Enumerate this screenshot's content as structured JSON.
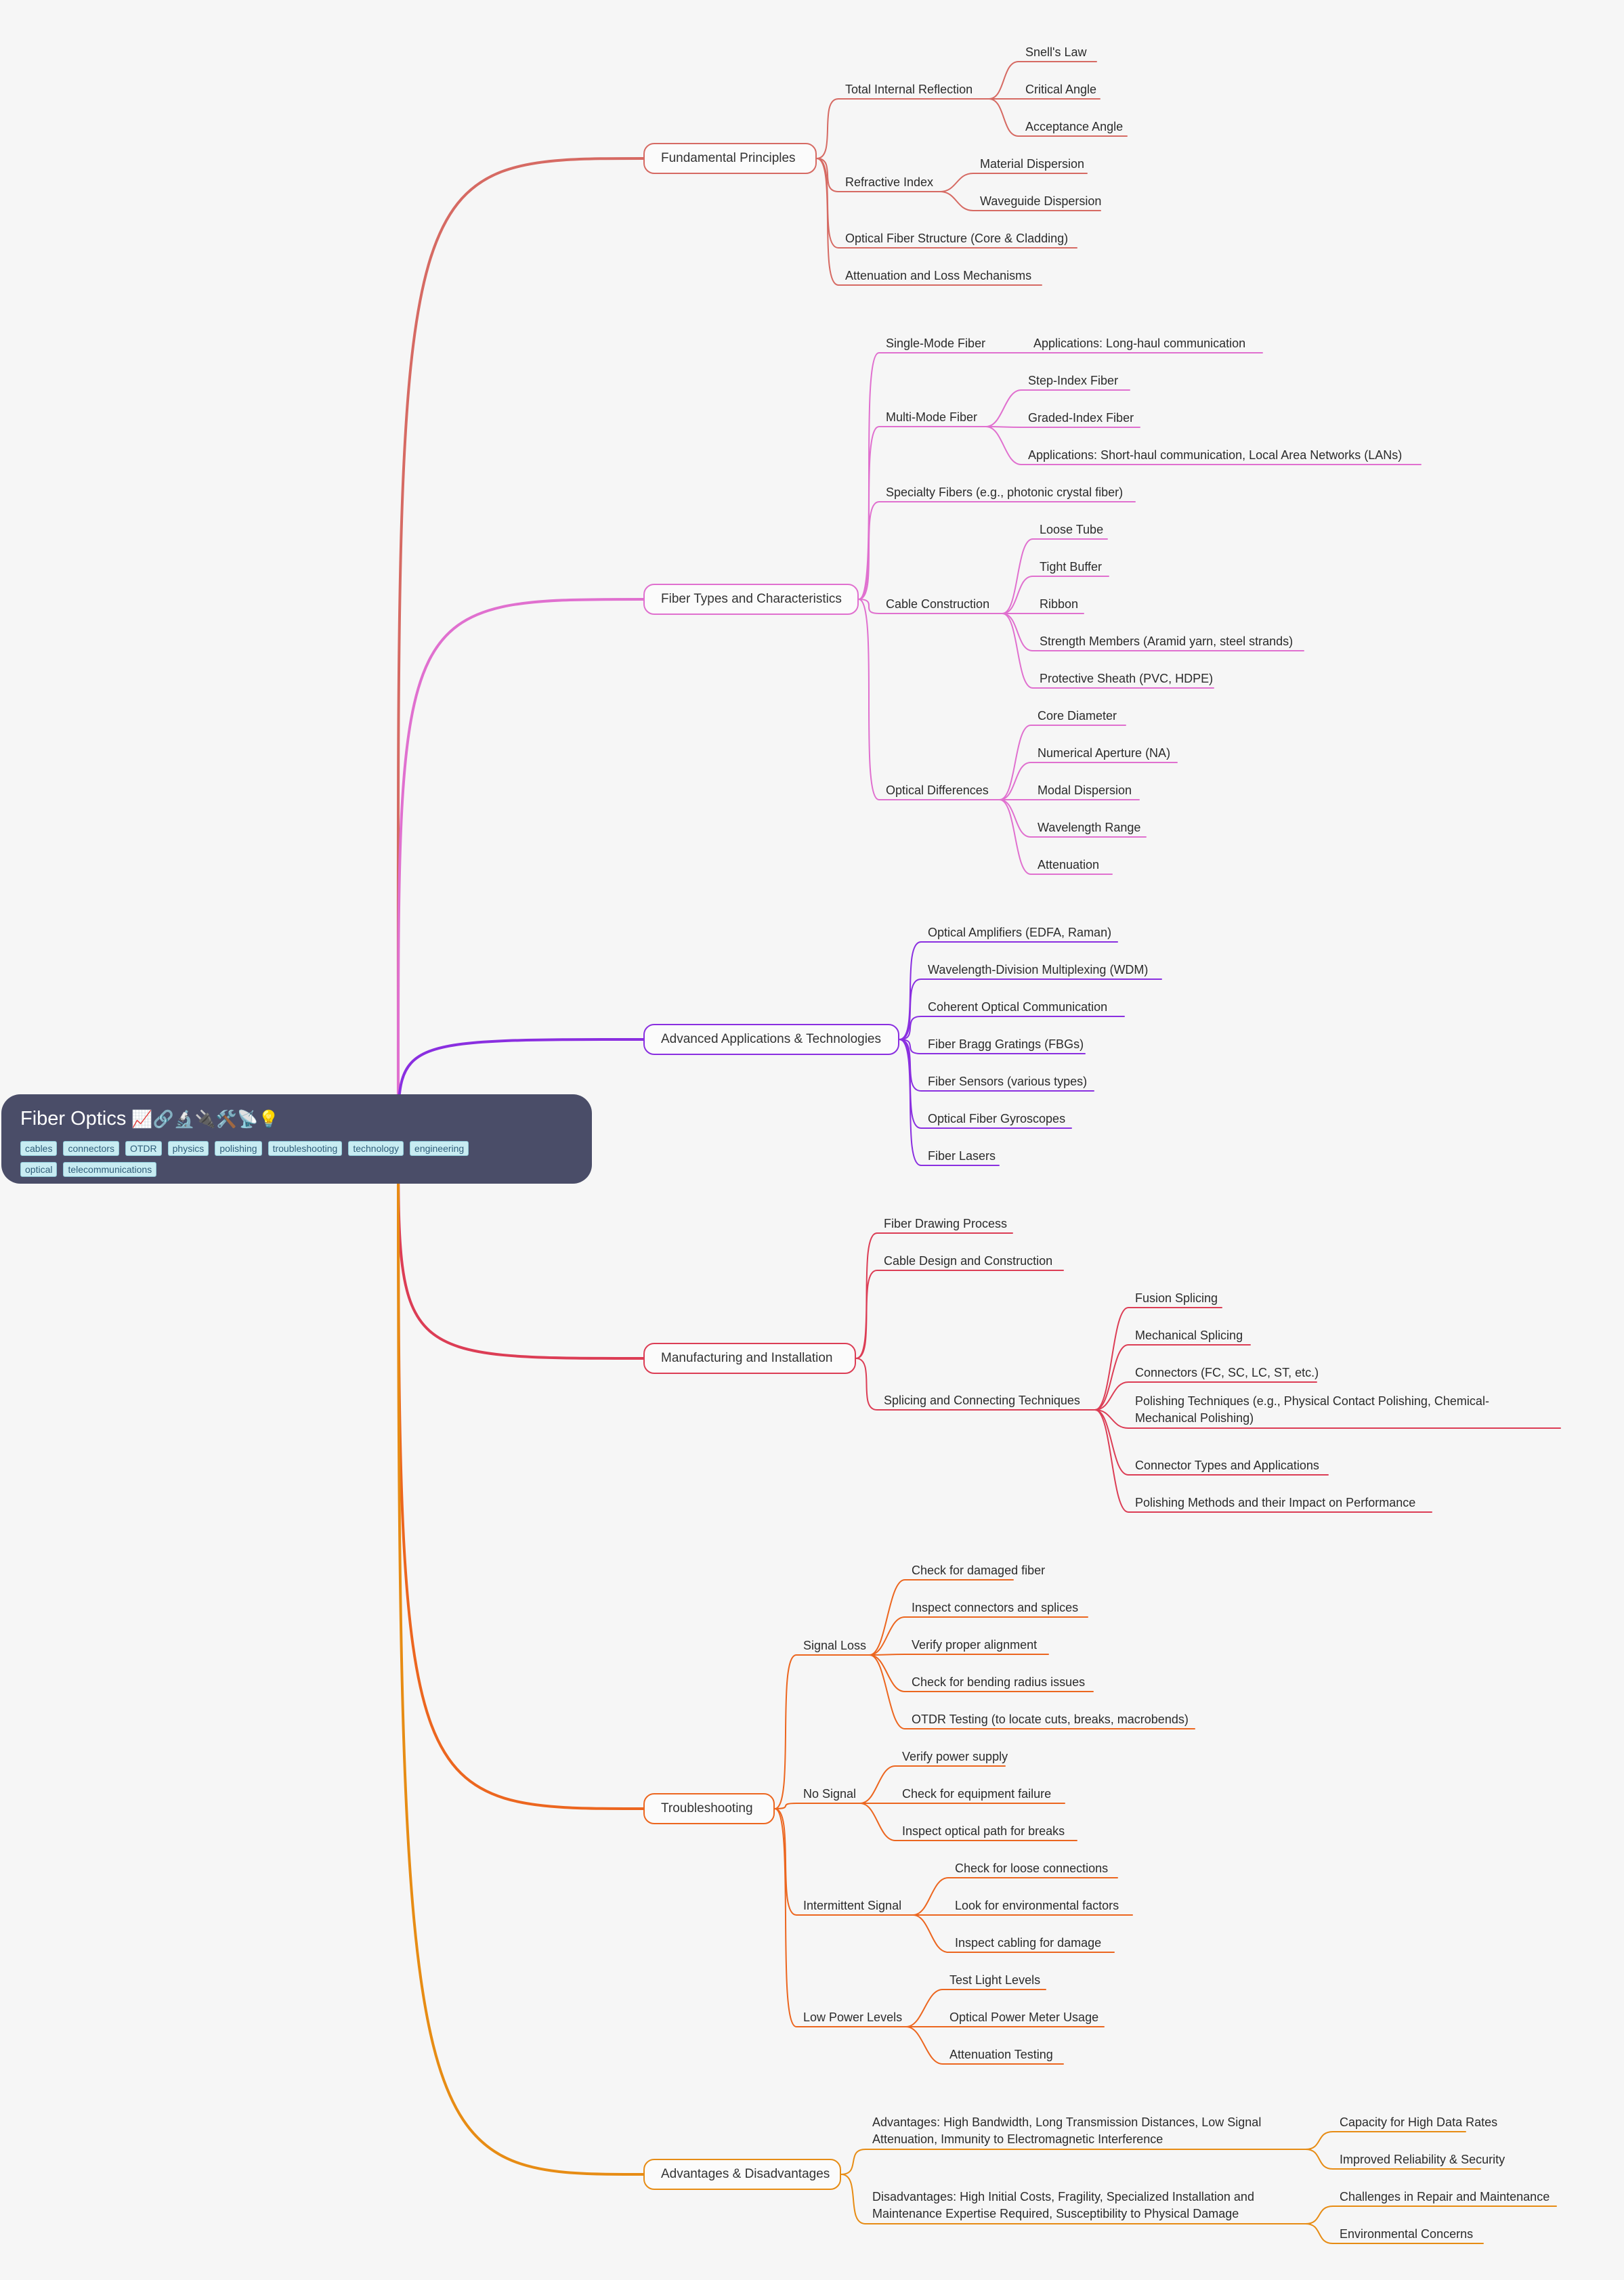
{
  "root": {
    "title": "Fiber Optics",
    "icons": "📈🔗🔬🔌🛠️📡💡",
    "tags": [
      "cables",
      "connectors",
      "OTDR",
      "physics",
      "polishing",
      "troubleshooting",
      "technology",
      "engineering",
      "optical",
      "telecommunications"
    ]
  },
  "colors": {
    "fundamental": "#d66a63",
    "fiber_types": "#e070cf",
    "advanced": "#8a2fe0",
    "manufacturing": "#dc3d55",
    "troubleshooting": "#ec661f",
    "advantages": "#e78c14"
  },
  "branches": [
    {
      "id": "fundamental",
      "label": "Fundamental Principles",
      "children": [
        {
          "label": "Total Internal Reflection",
          "children": [
            {
              "label": "Snell's Law"
            },
            {
              "label": "Critical Angle"
            },
            {
              "label": "Acceptance Angle"
            }
          ]
        },
        {
          "label": "Refractive Index",
          "children": [
            {
              "label": "Material Dispersion"
            },
            {
              "label": "Waveguide Dispersion"
            }
          ]
        },
        {
          "label": "Optical Fiber Structure (Core & Cladding)"
        },
        {
          "label": "Attenuation and Loss Mechanisms"
        }
      ]
    },
    {
      "id": "fiber_types",
      "label": "Fiber Types and Characteristics",
      "children": [
        {
          "label": "Single-Mode Fiber",
          "children": [
            {
              "label": "Applications: Long-haul communication"
            }
          ]
        },
        {
          "label": "Multi-Mode Fiber",
          "children": [
            {
              "label": "Step-Index Fiber"
            },
            {
              "label": "Graded-Index Fiber"
            },
            {
              "label": "Applications: Short-haul communication, Local Area Networks (LANs)"
            }
          ]
        },
        {
          "label": "Specialty Fibers (e.g., photonic crystal fiber)"
        },
        {
          "label": "Cable Construction",
          "children": [
            {
              "label": "Loose Tube"
            },
            {
              "label": "Tight Buffer"
            },
            {
              "label": "Ribbon"
            },
            {
              "label": "Strength Members (Aramid yarn, steel strands)"
            },
            {
              "label": "Protective Sheath (PVC, HDPE)"
            }
          ]
        },
        {
          "label": "Optical Differences",
          "children": [
            {
              "label": "Core Diameter"
            },
            {
              "label": "Numerical Aperture (NA)"
            },
            {
              "label": "Modal Dispersion"
            },
            {
              "label": "Wavelength Range"
            },
            {
              "label": "Attenuation"
            }
          ]
        }
      ]
    },
    {
      "id": "advanced",
      "label": "Advanced Applications & Technologies",
      "children": [
        {
          "label": "Optical Amplifiers (EDFA, Raman)"
        },
        {
          "label": "Wavelength-Division Multiplexing (WDM)"
        },
        {
          "label": "Coherent Optical Communication"
        },
        {
          "label": "Fiber Bragg Gratings (FBGs)"
        },
        {
          "label": "Fiber Sensors (various types)"
        },
        {
          "label": "Optical Fiber Gyroscopes"
        },
        {
          "label": "Fiber Lasers"
        }
      ]
    },
    {
      "id": "manufacturing",
      "label": "Manufacturing and Installation",
      "children": [
        {
          "label": "Fiber Drawing Process"
        },
        {
          "label": "Cable Design and Construction"
        },
        {
          "label": "Splicing and Connecting Techniques",
          "children": [
            {
              "label": "Fusion Splicing"
            },
            {
              "label": "Mechanical Splicing"
            },
            {
              "label": "Connectors (FC, SC, LC, ST, etc.)"
            },
            {
              "label": "Polishing Techniques (e.g., Physical Contact Polishing, Chemical-Mechanical Polishing)"
            },
            {
              "label": "Connector Types and Applications"
            },
            {
              "label": "Polishing Methods and their Impact on Performance"
            }
          ]
        }
      ]
    },
    {
      "id": "troubleshooting",
      "label": "Troubleshooting",
      "children": [
        {
          "label": "Signal Loss",
          "children": [
            {
              "label": "Check for damaged fiber"
            },
            {
              "label": "Inspect connectors and splices"
            },
            {
              "label": "Verify proper alignment"
            },
            {
              "label": "Check for bending radius issues"
            },
            {
              "label": "OTDR Testing (to locate cuts, breaks, macrobends)"
            }
          ]
        },
        {
          "label": "No Signal",
          "children": [
            {
              "label": "Verify power supply"
            },
            {
              "label": "Check for equipment failure"
            },
            {
              "label": "Inspect optical path for breaks"
            }
          ]
        },
        {
          "label": "Intermittent Signal",
          "children": [
            {
              "label": "Check for loose connections"
            },
            {
              "label": "Look for environmental factors"
            },
            {
              "label": "Inspect cabling for damage"
            }
          ]
        },
        {
          "label": "Low Power Levels",
          "children": [
            {
              "label": "Test Light Levels"
            },
            {
              "label": "Optical Power Meter Usage"
            },
            {
              "label": "Attenuation Testing"
            }
          ]
        }
      ]
    },
    {
      "id": "advantages",
      "label": "Advantages & Disadvantages",
      "children": [
        {
          "label": "Advantages: High Bandwidth, Long Transmission Distances, Low Signal Attenuation, Immunity to Electromagnetic Interference",
          "children": [
            {
              "label": "Capacity for High Data Rates"
            },
            {
              "label": "Improved Reliability & Security"
            }
          ]
        },
        {
          "label": "Disadvantages: High Initial Costs, Fragility, Specialized Installation and Maintenance Expertise Required, Susceptibility to Physical Damage",
          "children": [
            {
              "label": "Challenges in Repair and Maintenance"
            },
            {
              "label": "Environmental Concerns"
            }
          ]
        }
      ]
    }
  ]
}
